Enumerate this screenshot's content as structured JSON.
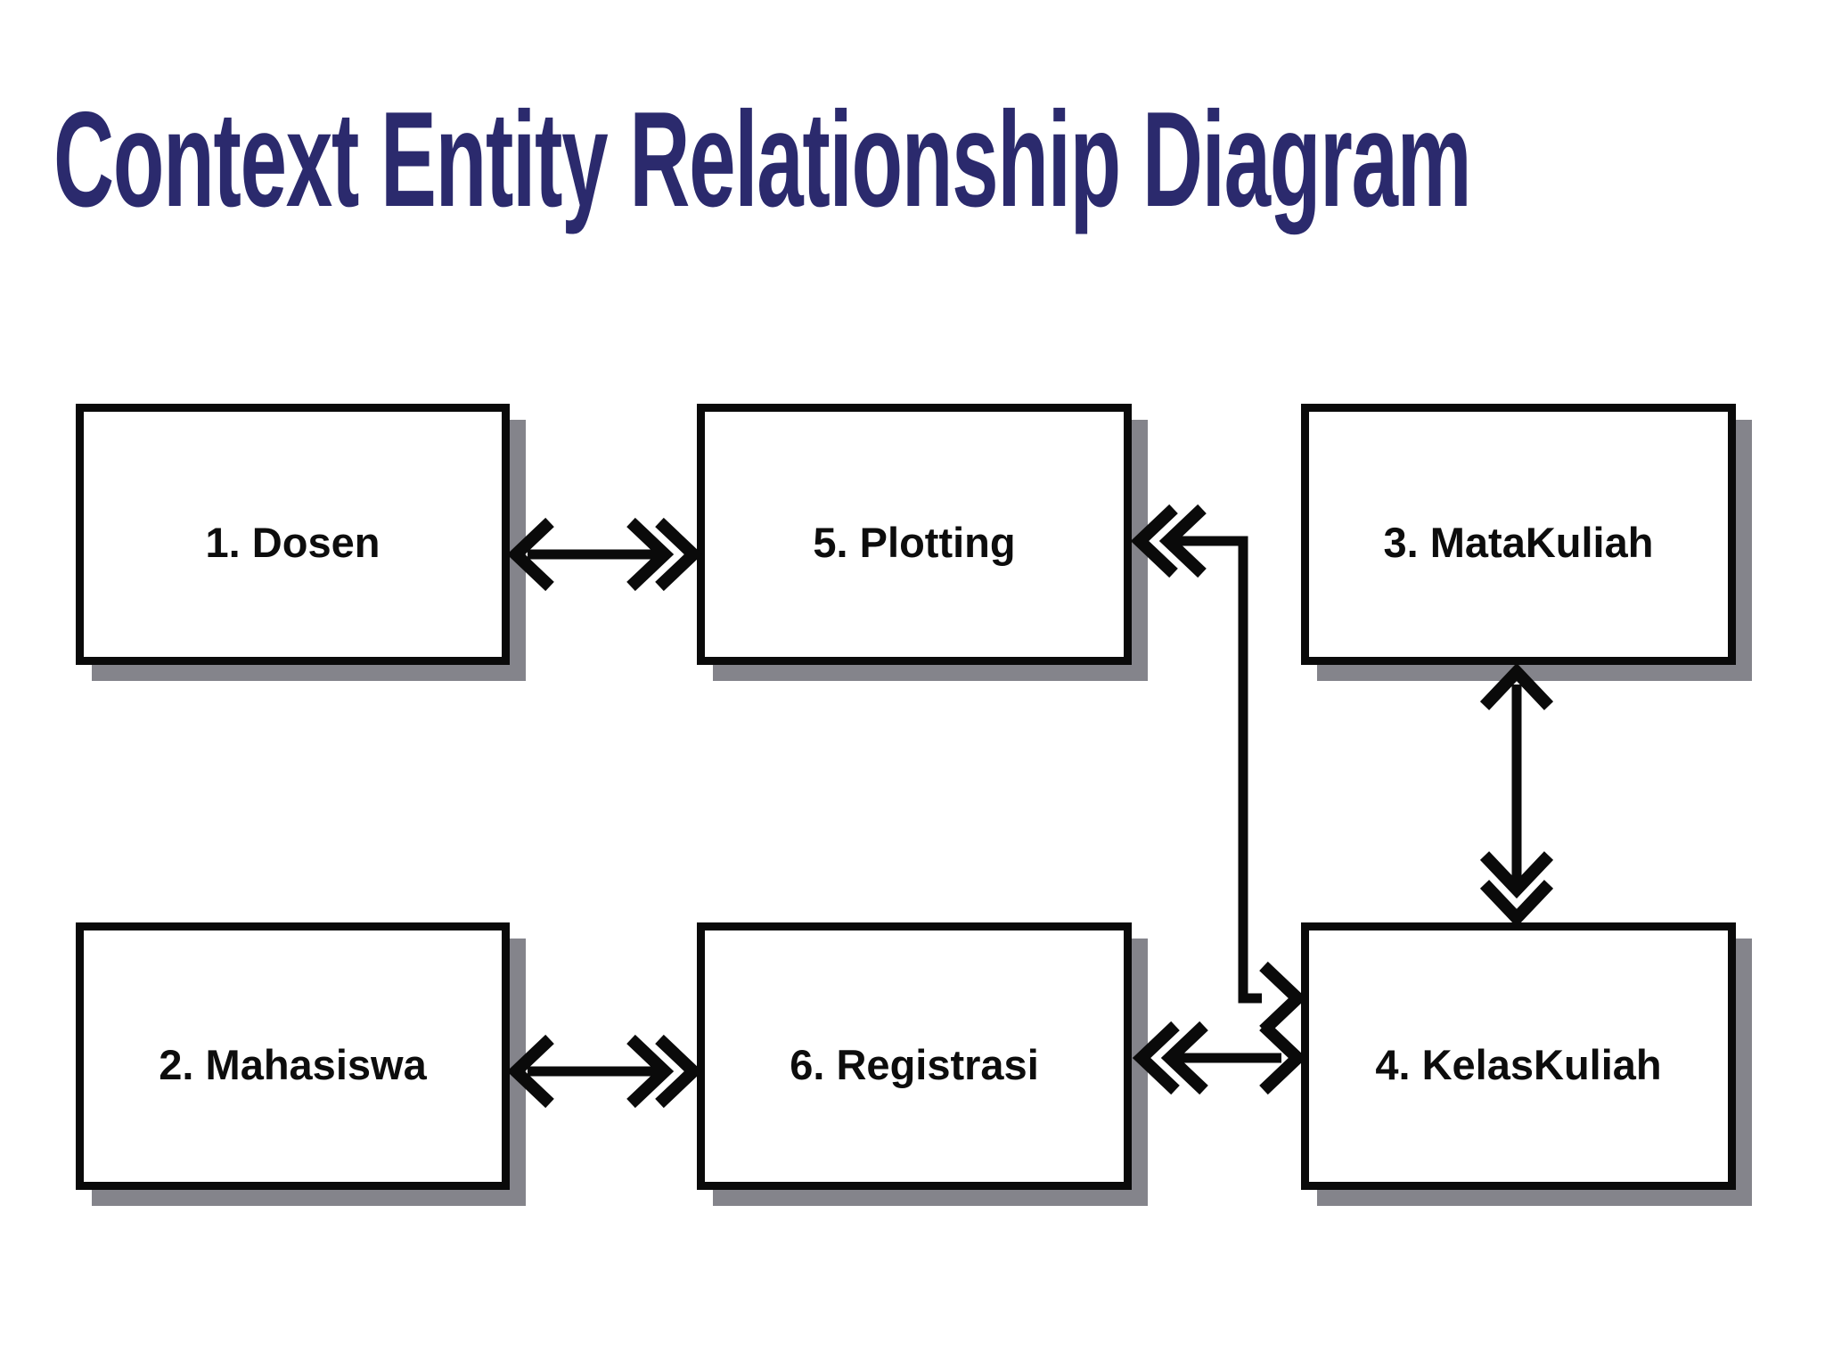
{
  "title": {
    "text": "Context Entity Relationship Diagram",
    "color": "#2b2a6d"
  },
  "diagram": {
    "colors": {
      "box_border": "#0a0a0a",
      "box_fill": "#ffffff",
      "box_shadow": "#84848b",
      "connector": "#0a0a0a",
      "label_text": "#0d0d0d"
    },
    "entities": [
      {
        "id": "dosen",
        "label": "1. Dosen"
      },
      {
        "id": "mahasiswa",
        "label": "2. Mahasiswa"
      },
      {
        "id": "matakuliah",
        "label": "3. MataKuliah"
      },
      {
        "id": "kelaskuliah",
        "label": "4. KelasKuliah"
      },
      {
        "id": "plotting",
        "label": "5. Plotting"
      },
      {
        "id": "registrasi",
        "label": "6. Registrasi"
      }
    ],
    "relationships": [
      {
        "from": "dosen",
        "to": "plotting",
        "from_marker": "single-chevron",
        "to_marker": "double-chevron",
        "route": "straight-horizontal"
      },
      {
        "from": "plotting",
        "to": "kelaskuliah",
        "from_marker": "double-chevron",
        "to_marker": "single-chevron",
        "route": "elbow-right-down"
      },
      {
        "from": "matakuliah",
        "to": "kelaskuliah",
        "from_marker": "single-chevron",
        "to_marker": "double-chevron",
        "route": "straight-vertical"
      },
      {
        "from": "mahasiswa",
        "to": "registrasi",
        "from_marker": "single-chevron",
        "to_marker": "double-chevron",
        "route": "straight-horizontal"
      },
      {
        "from": "registrasi",
        "to": "kelaskuliah",
        "from_marker": "double-chevron",
        "to_marker": "single-chevron",
        "route": "straight-horizontal"
      }
    ]
  }
}
